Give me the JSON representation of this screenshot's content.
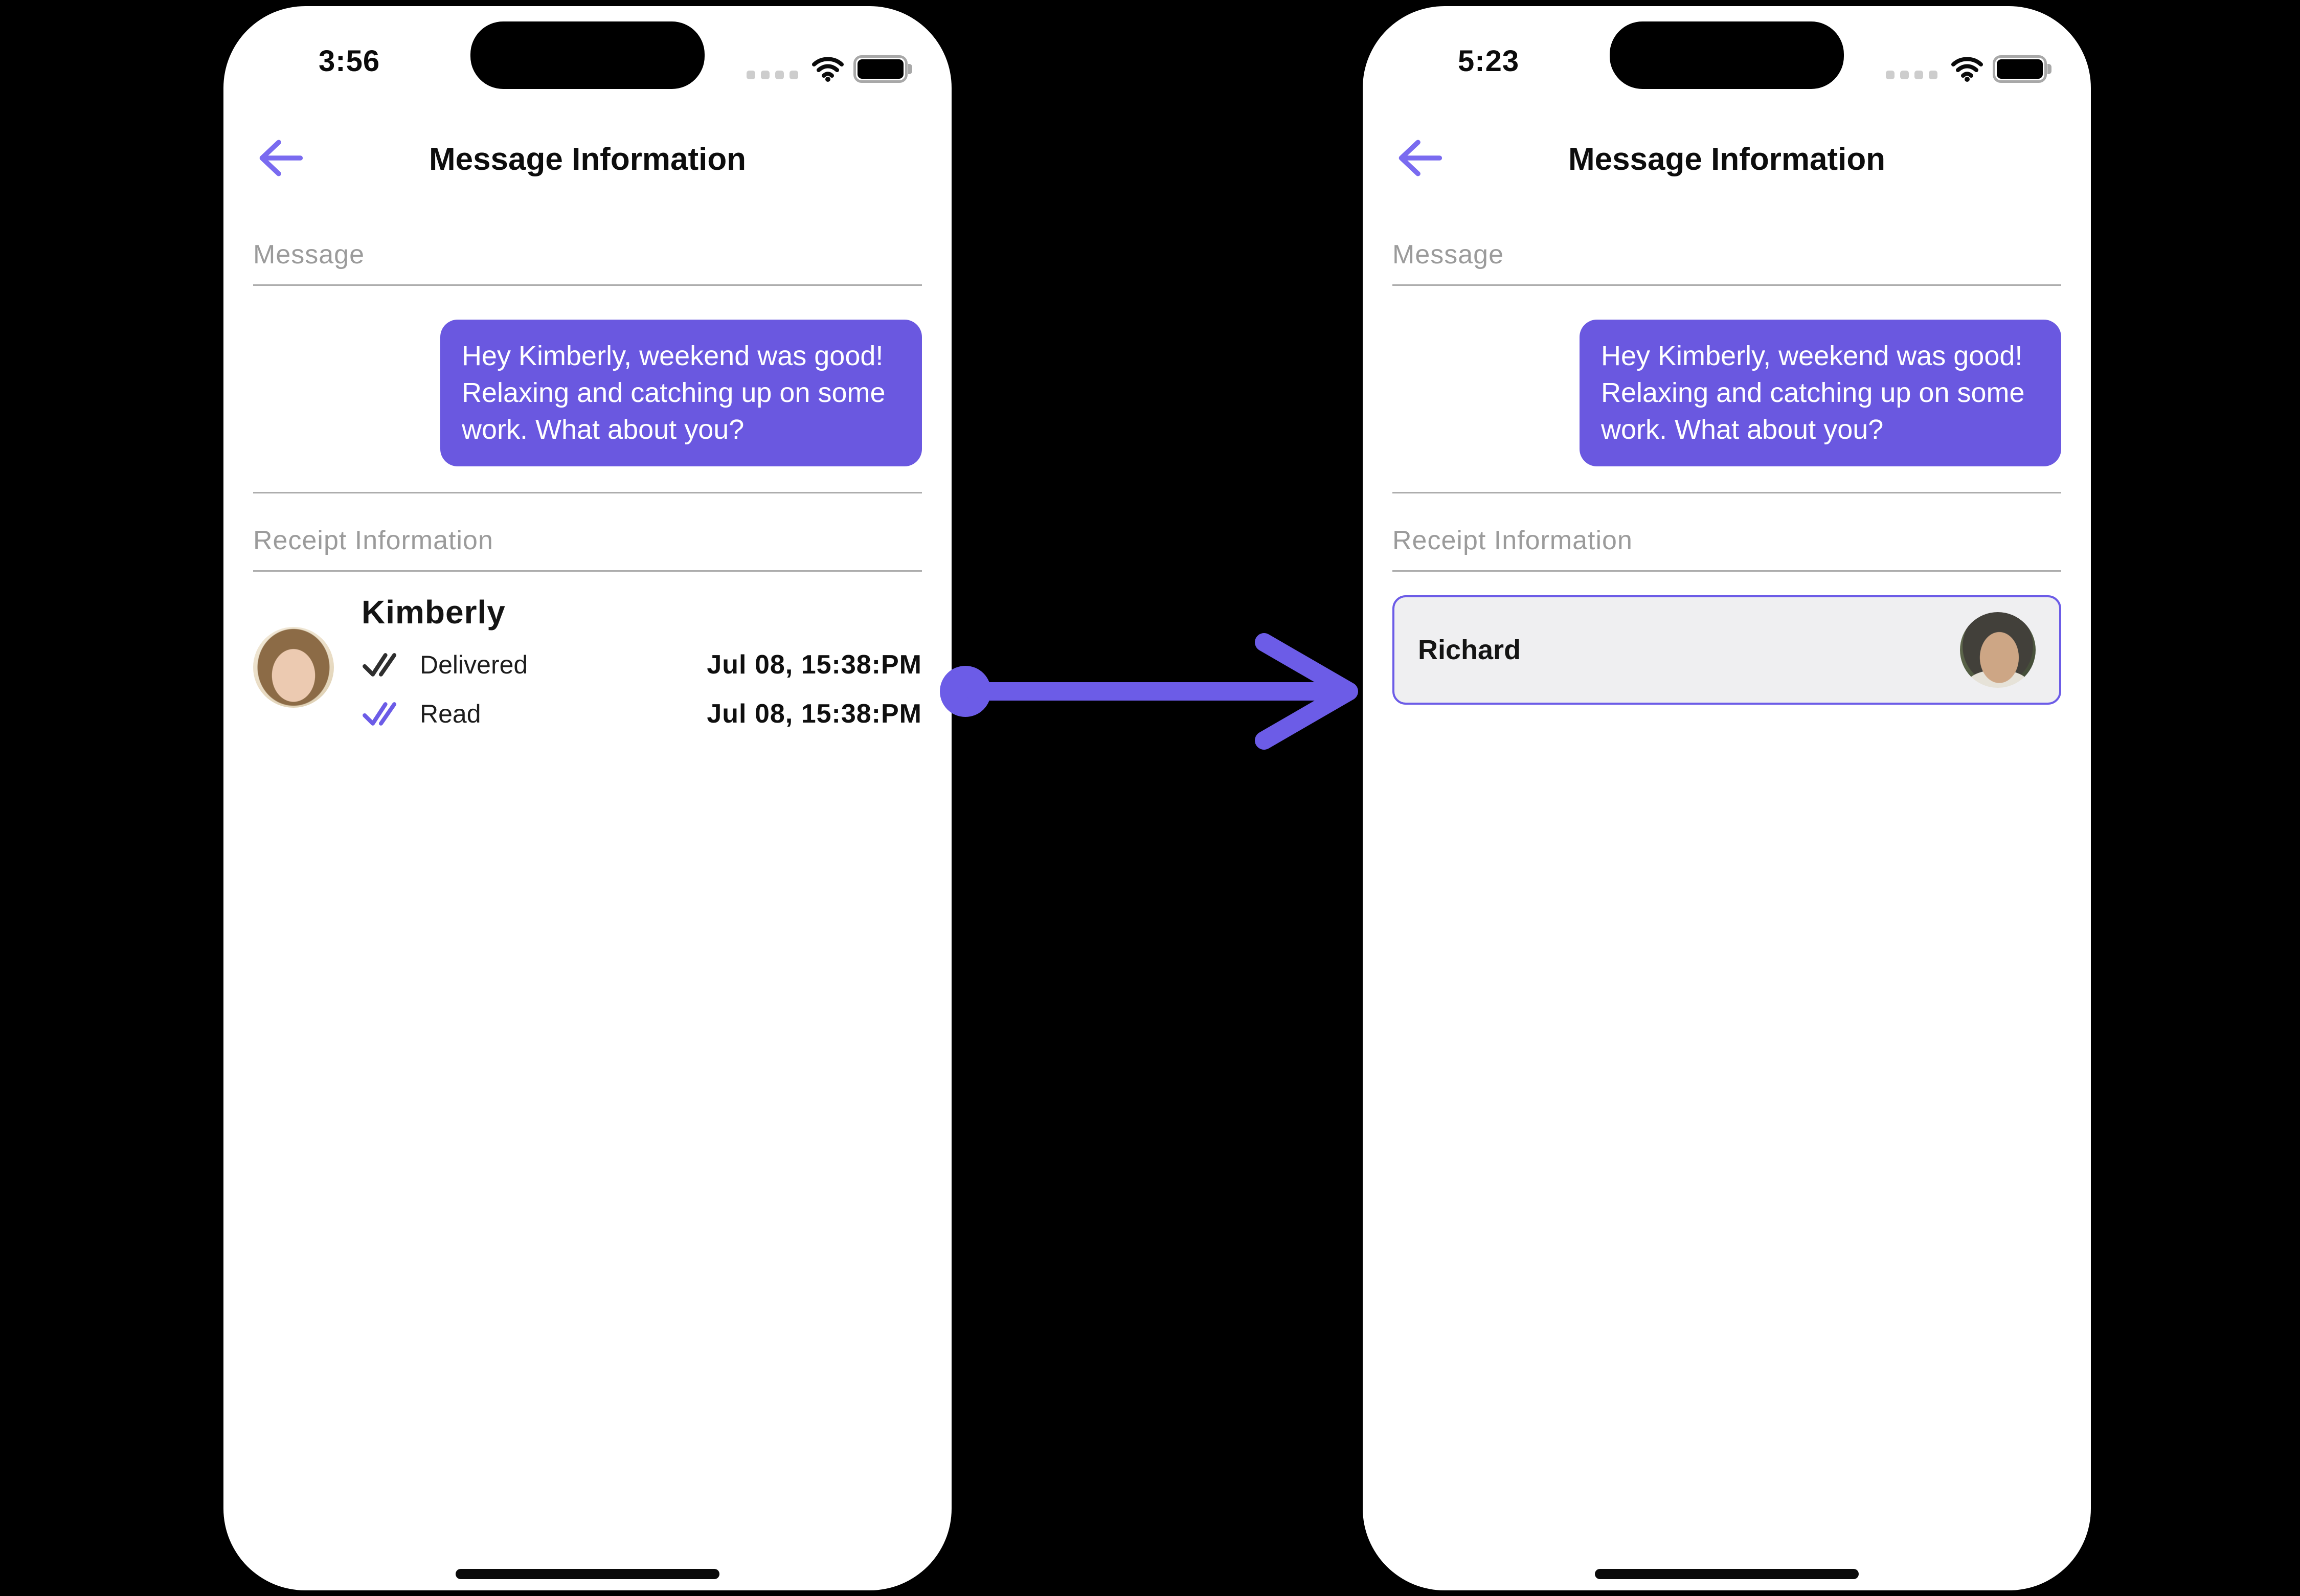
{
  "colors": {
    "accent": "#6C5CE7",
    "bubble_bg": "#6A58E0",
    "back_arrow": "#7A6BF0",
    "delivered_check": "#2e2e2e",
    "read_check": "#6C5CE7",
    "card_border": "#6C5CE7",
    "card_bg": "#efeff1"
  },
  "phones": {
    "left": {
      "status_bar": {
        "time": "3:56"
      },
      "header": {
        "title": "Message Information"
      },
      "message_section": {
        "label": "Message",
        "bubble_text": "Hey Kimberly, weekend was good!  Relaxing and catching up on some work. What about you?"
      },
      "receipt_section": {
        "label": "Receipt Information",
        "contact_name": "Kimberly",
        "receipts": [
          {
            "status": "Delivered",
            "timestamp": "Jul 08, 15:38:PM"
          },
          {
            "status": "Read",
            "timestamp": "Jul 08, 15:38:PM"
          }
        ]
      }
    },
    "right": {
      "status_bar": {
        "time": "5:23"
      },
      "header": {
        "title": "Message Information"
      },
      "message_section": {
        "label": "Message",
        "bubble_text": "Hey Kimberly, weekend was good!  Relaxing and catching up on some work. What about you?"
      },
      "receipt_section": {
        "label": "Receipt Information",
        "reader_name": "Richard"
      }
    }
  }
}
